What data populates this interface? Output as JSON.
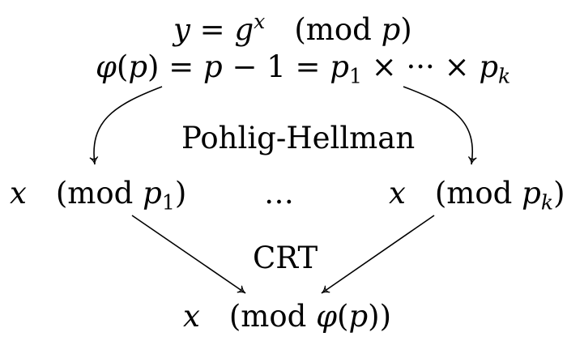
{
  "top": {
    "line1": {
      "y": "y",
      "eq": " = ",
      "g": "g",
      "x": "x",
      "mod": "(mod ",
      "p": "p",
      "close": ")"
    },
    "line2": {
      "phi": "φ",
      "open": "(",
      "p": "p",
      "close": ")",
      "eq1": " = ",
      "p2": "p",
      "minus": " − 1 = ",
      "p1": "p",
      "s1": "1",
      "times1": " × ··· × ",
      "pk": "p",
      "sk": "k"
    }
  },
  "labels": {
    "top_arrows": "Pohlig-Hellman",
    "bottom_arrows": "CRT"
  },
  "middle": {
    "left": {
      "x": "x",
      "mod": "(mod ",
      "p": "p",
      "sub": "1",
      "close": ")"
    },
    "dots": "…",
    "right": {
      "x": "x",
      "mod": "(mod ",
      "p": "p",
      "sub": "k",
      "close": ")"
    }
  },
  "bottom": {
    "x": "x",
    "mod": "(mod ",
    "phi": "φ",
    "open": "(",
    "p": "p",
    "close": "))"
  }
}
